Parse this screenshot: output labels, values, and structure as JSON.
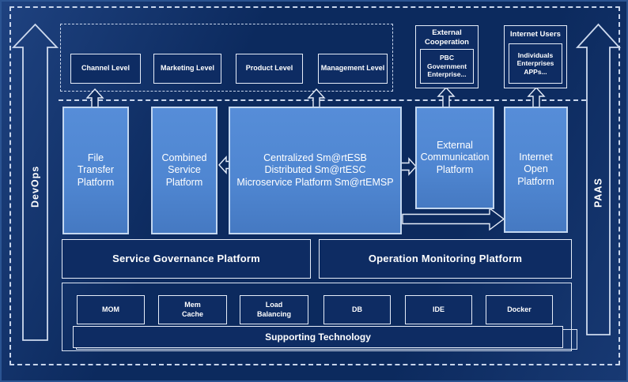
{
  "colors": {
    "bg": "#0c2a5e",
    "panel": "#0e2c63",
    "accent": "#4f86d1",
    "accent-border": "#c3d7f0",
    "line": "#d6e1f3",
    "text": "#ffffff",
    "frame": "#2b5492"
  },
  "rails": {
    "devops": "DevOps",
    "paas": "PAAS"
  },
  "levels": {
    "items": [
      "Channel Level",
      "Marketing Level",
      "Product Level",
      "Management Level"
    ]
  },
  "external_cooperation": {
    "title": [
      "External",
      "Cooperation"
    ],
    "members": [
      "PBC Government",
      "Enterprise..."
    ]
  },
  "internet_users": {
    "title": "Internet Users",
    "members": [
      "Individuals",
      "Enterprises",
      "APPs..."
    ]
  },
  "platforms": {
    "file_transfer": [
      "File",
      "Transfer",
      "Platform"
    ],
    "combined_service": [
      "Combined",
      "Service",
      "Platform"
    ],
    "esb_suite": [
      "Centralized Sm@rtESB",
      "Distributed Sm@rtESC",
      "Microservice Platform Sm@rtEMSP"
    ],
    "external_communication": [
      "External",
      "Communication",
      "Platform"
    ],
    "internet_open": [
      "Internet",
      "Open",
      "Platform"
    ]
  },
  "management_row": {
    "service_governance": "Service Governance Platform",
    "operation_monitoring": "Operation Monitoring Platform"
  },
  "supporting": {
    "title": "Supporting Technology",
    "technologies": [
      [
        "MOM"
      ],
      [
        "Mem",
        "Cache"
      ],
      [
        "Load",
        "Balancing"
      ],
      [
        "DB"
      ],
      [
        "IDE"
      ],
      [
        "Docker"
      ]
    ]
  }
}
